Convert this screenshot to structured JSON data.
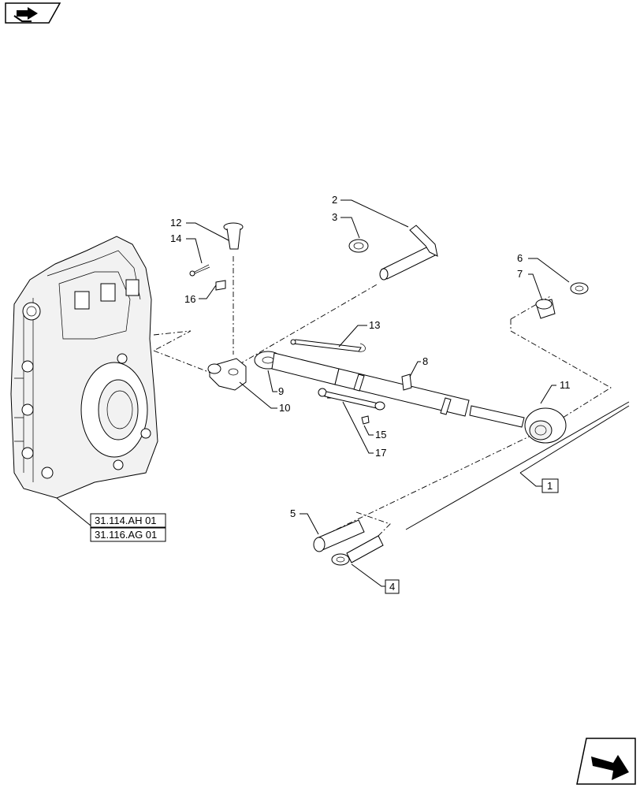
{
  "callouts": {
    "c1": "1",
    "c2": "2",
    "c3": "3",
    "c4": "4",
    "c5": "5",
    "c6": "6",
    "c7": "7",
    "c8": "8",
    "c9": "9",
    "c10": "10",
    "c11": "11",
    "c12": "12",
    "c13": "13",
    "c14": "14",
    "c15": "15",
    "c16": "16",
    "c17": "17"
  },
  "references": [
    "31.114.AH 01",
    "31.116.AG 01"
  ],
  "icons": {
    "top_left": "back-arrow-icon",
    "bottom_right": "next-arrow-icon"
  }
}
